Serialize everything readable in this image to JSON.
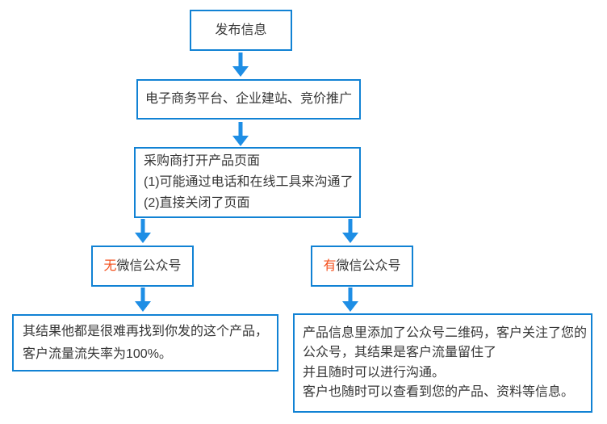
{
  "colors": {
    "box_border": "#1182d4",
    "arrow": "#1e8ee5",
    "text": "#363636",
    "highlight": "#f4511e",
    "background": "#ffffff"
  },
  "nodes": {
    "publish": {
      "text": "发布信息"
    },
    "channels": {
      "text": "电子商务平台、企业建站、竞价推广"
    },
    "buyer_opens": {
      "lines": [
        "采购商打开产品页面",
        "(1)可能通过电话和在线工具来沟通了",
        "(2)直接关闭了页面"
      ]
    },
    "no_wechat": {
      "highlight": "无",
      "label": "微信公众号"
    },
    "has_wechat": {
      "highlight": "有",
      "label": "微信公众号"
    },
    "result_lost": {
      "lines": [
        "其结果他都是很难再找到你发的这个产品，",
        "客户流量流失率为100%。"
      ]
    },
    "result_kept": {
      "lines": [
        "产品信息里添加了公众号二维码，客户关注了您的",
        "公众号，其结果是客户流量留住了",
        "并且随时可以进行沟通。",
        "客户也随时可以查看到您的产品、资料等信息。"
      ]
    }
  }
}
